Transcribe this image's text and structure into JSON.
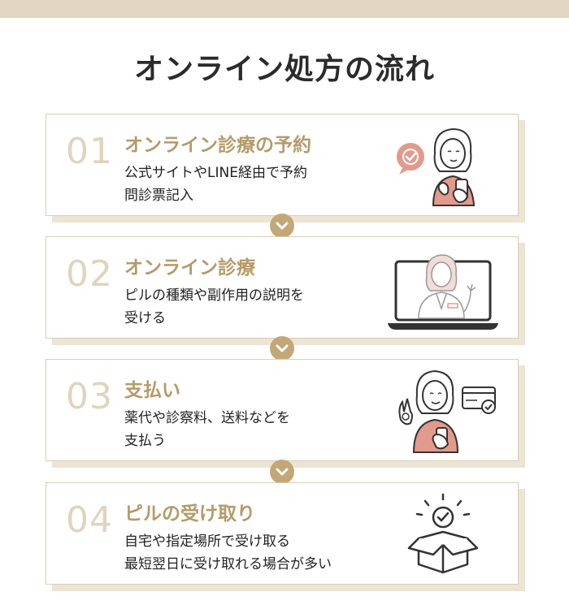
{
  "page_title": "オンライン処方の流れ",
  "steps": [
    {
      "number": "01",
      "title": "オンライン診療の予約",
      "desc": [
        "公式サイトやLINE経由で予約",
        "問診票記入"
      ],
      "illustration": "woman-with-phone-icon"
    },
    {
      "number": "02",
      "title": "オンライン診療",
      "desc": [
        "ピルの種類や副作用の説明を",
        "受ける"
      ],
      "illustration": "doctor-on-laptop-icon"
    },
    {
      "number": "03",
      "title": "支払い",
      "desc": [
        "薬代や診察料、送料などを",
        "支払う"
      ],
      "illustration": "woman-ok-payment-icon"
    },
    {
      "number": "04",
      "title": "ピルの受け取り",
      "desc": [
        "自宅や指定場所で受け取る",
        "最短翌日に受け取れる場合が多い"
      ],
      "illustration": "box-check-icon"
    }
  ],
  "colors": {
    "accent": "#b59a6a",
    "number": "#e0d4bd",
    "chevron": "#c4a777",
    "band": "#e2d7c0",
    "shadow": "#ece4d4",
    "salmon": "#e29a8c"
  }
}
